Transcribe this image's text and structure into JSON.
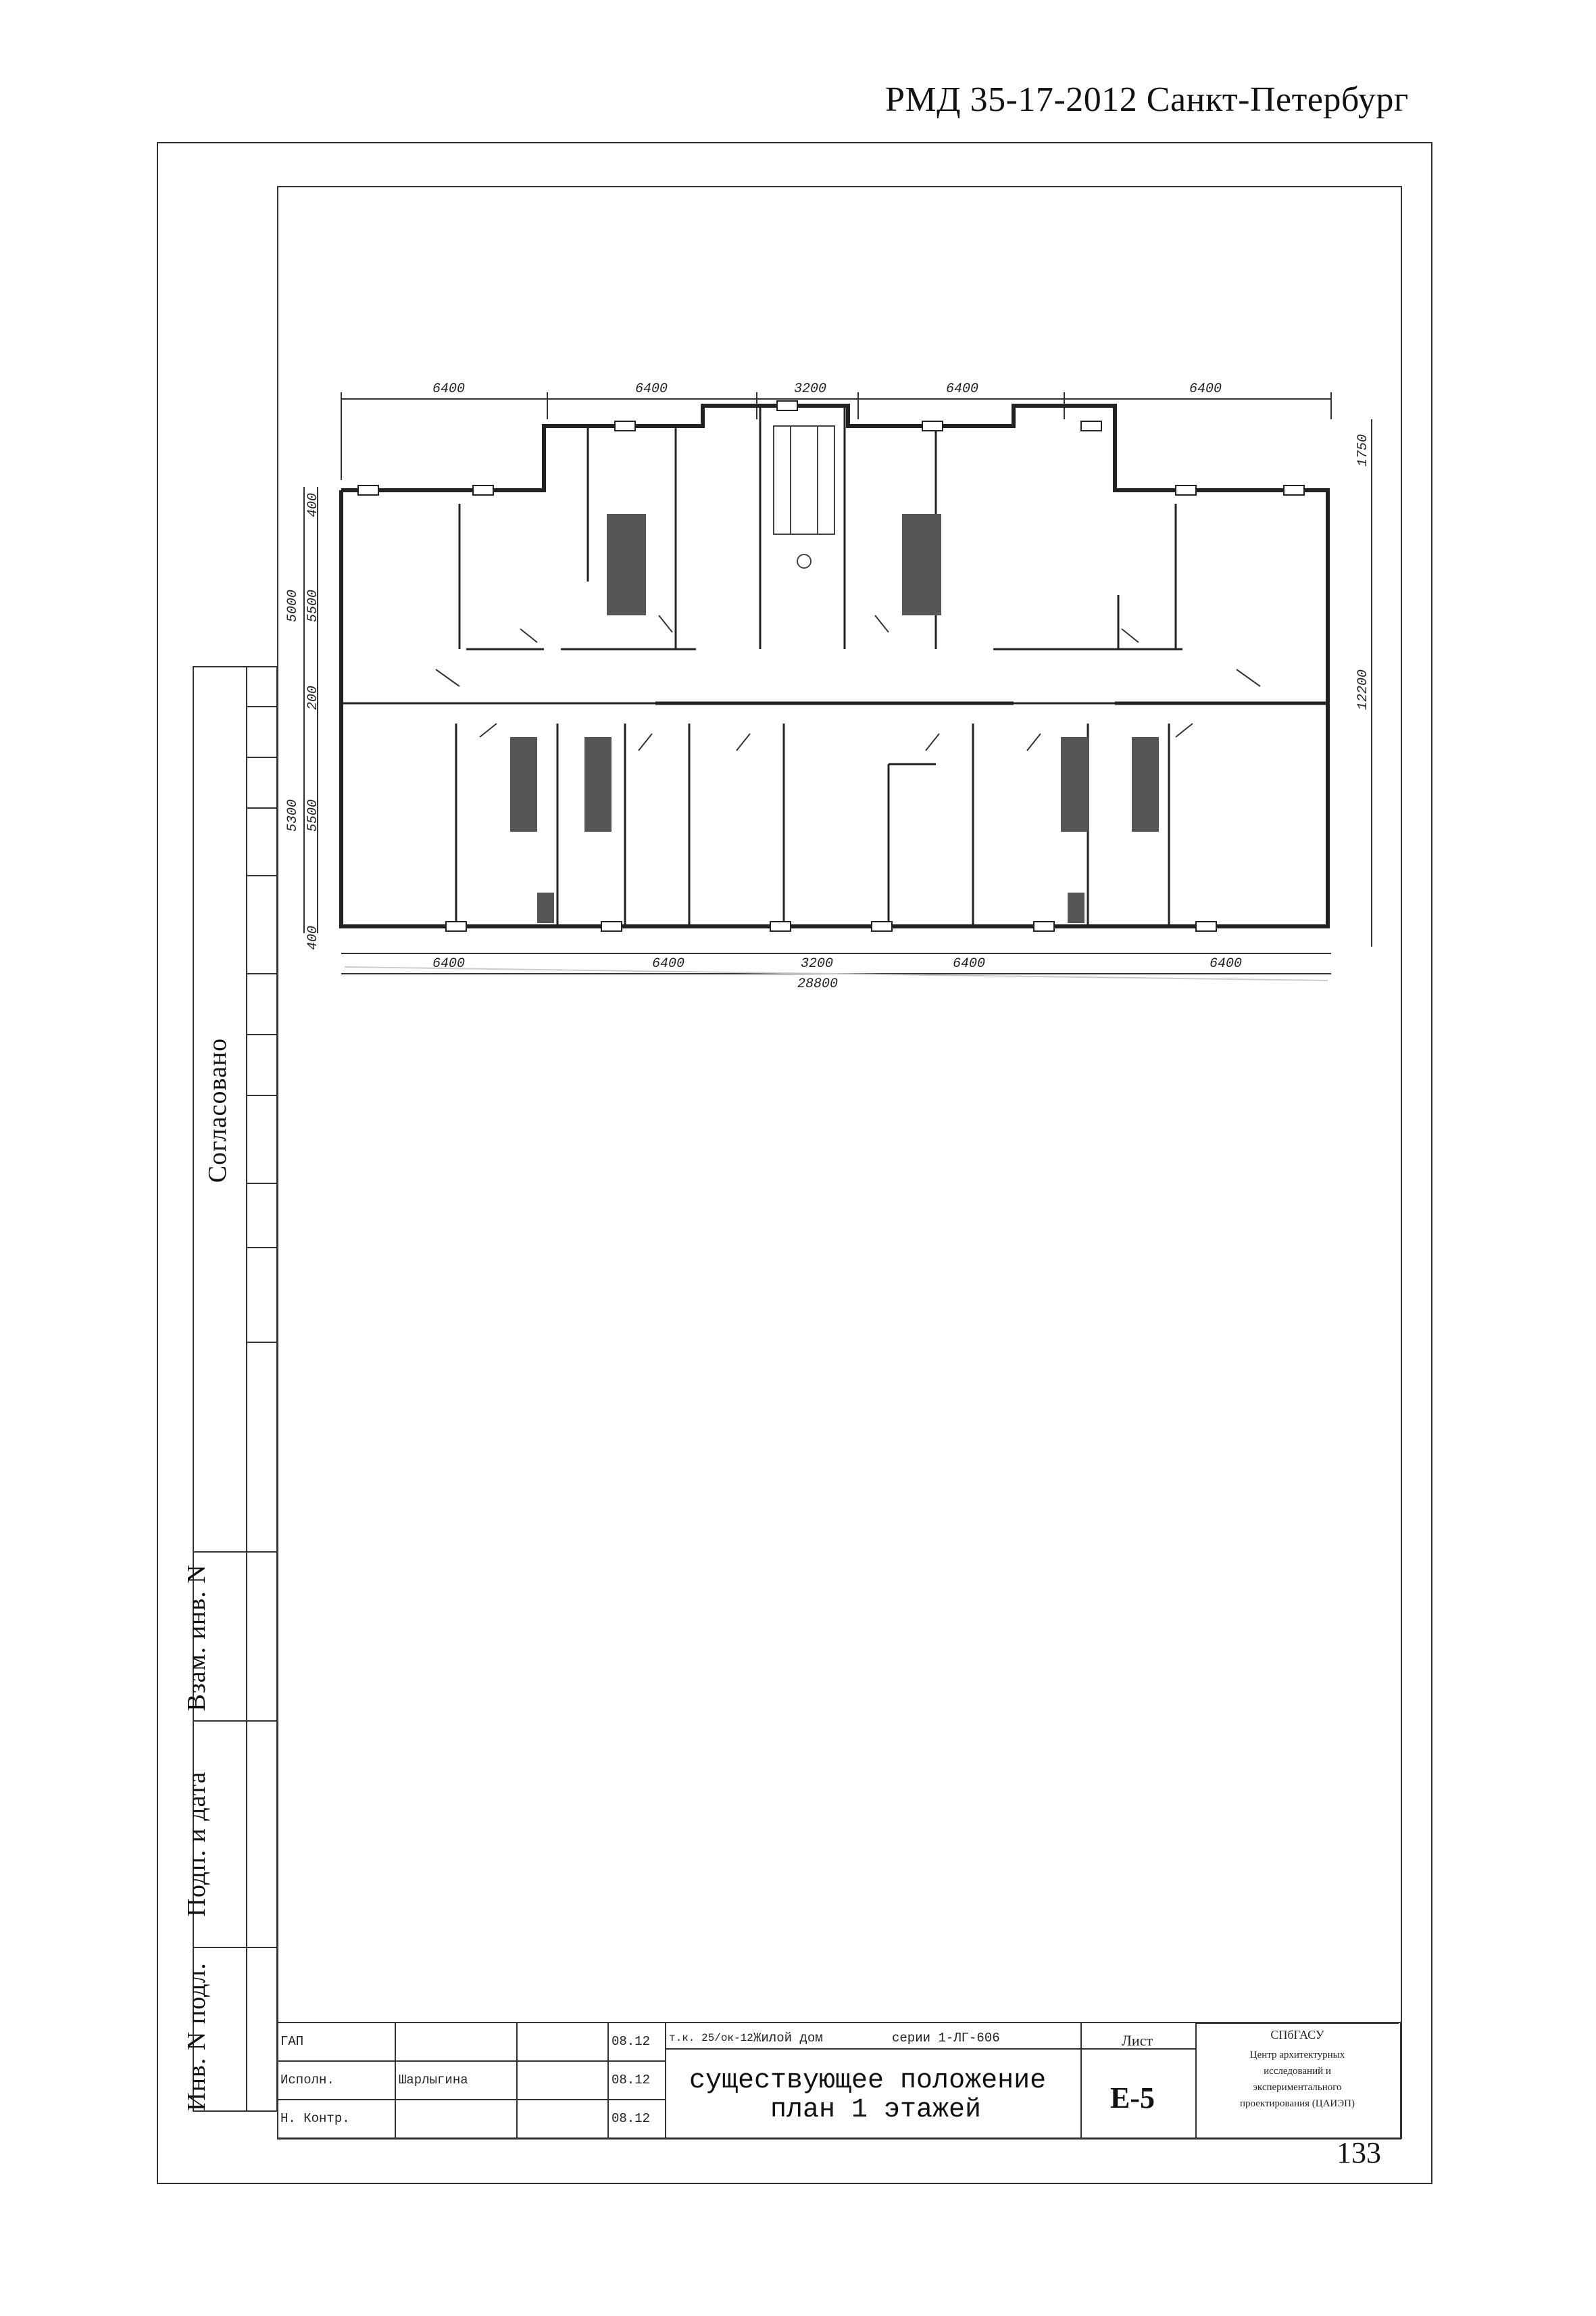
{
  "header": {
    "text": "РМД 35-17-2012 Санкт-Петербург"
  },
  "page_number": "133",
  "side_stamp": {
    "soglasovano": "Согласовано",
    "vzam_inv": "Взам. инв. N",
    "podp_data": "Подп. и дата",
    "inv_podl": "Инв. N подл."
  },
  "plan": {
    "dims_top": [
      "6400",
      "6400",
      "3200",
      "6400",
      "6400"
    ],
    "dims_bottom": [
      "6400",
      "6400",
      "3200",
      "6400",
      "6400"
    ],
    "dim_total": "28800",
    "dims_left": [
      "400",
      "5000",
      "5500",
      "200",
      "5300",
      "5500",
      "400"
    ],
    "dims_right": [
      "1750",
      "12200"
    ]
  },
  "title_block": {
    "row1": {
      "role": "ГАП",
      "name": "",
      "date": "08.12"
    },
    "row2": {
      "role": "Исполн.",
      "name": "Шарлыгина",
      "date": "08.12"
    },
    "row3": {
      "role": "Н. Контр.",
      "name": "",
      "date": "08.12"
    },
    "code": "т.к. 25/ок-12",
    "object": "Жилой дом",
    "series": "серии 1-ЛГ-606",
    "title_line1": "существующее положение",
    "title_line2": "план  1 этажей",
    "sheet_label": "Лист",
    "sheet_value": "Е-5",
    "org_line1": "СПбГАСУ",
    "org_line2": "Центр архитектурных",
    "org_line3": "исследований и",
    "org_line4": "экспериментального",
    "org_line5": "проектирования (ЦАИЭП)"
  }
}
